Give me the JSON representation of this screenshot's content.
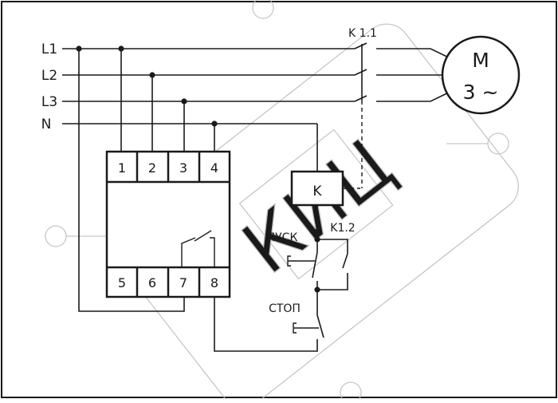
{
  "lines": {
    "l1": "L1",
    "l2": "L2",
    "l3": "L3",
    "n": "N"
  },
  "relay": {
    "top_terminals": [
      "1",
      "2",
      "3",
      "4"
    ],
    "bottom_terminals": [
      "5",
      "6",
      "7",
      "8"
    ]
  },
  "contactor": {
    "coil_label": "K",
    "main_contacts_label": "K 1.1",
    "aux_contact_label": "K1.2"
  },
  "motor": {
    "letter": "M",
    "phase": "3 ~"
  },
  "buttons": {
    "start_label": "ПУСК",
    "stop_label": "СТОП"
  },
  "watermark": {
    "text": "КИЦ"
  }
}
